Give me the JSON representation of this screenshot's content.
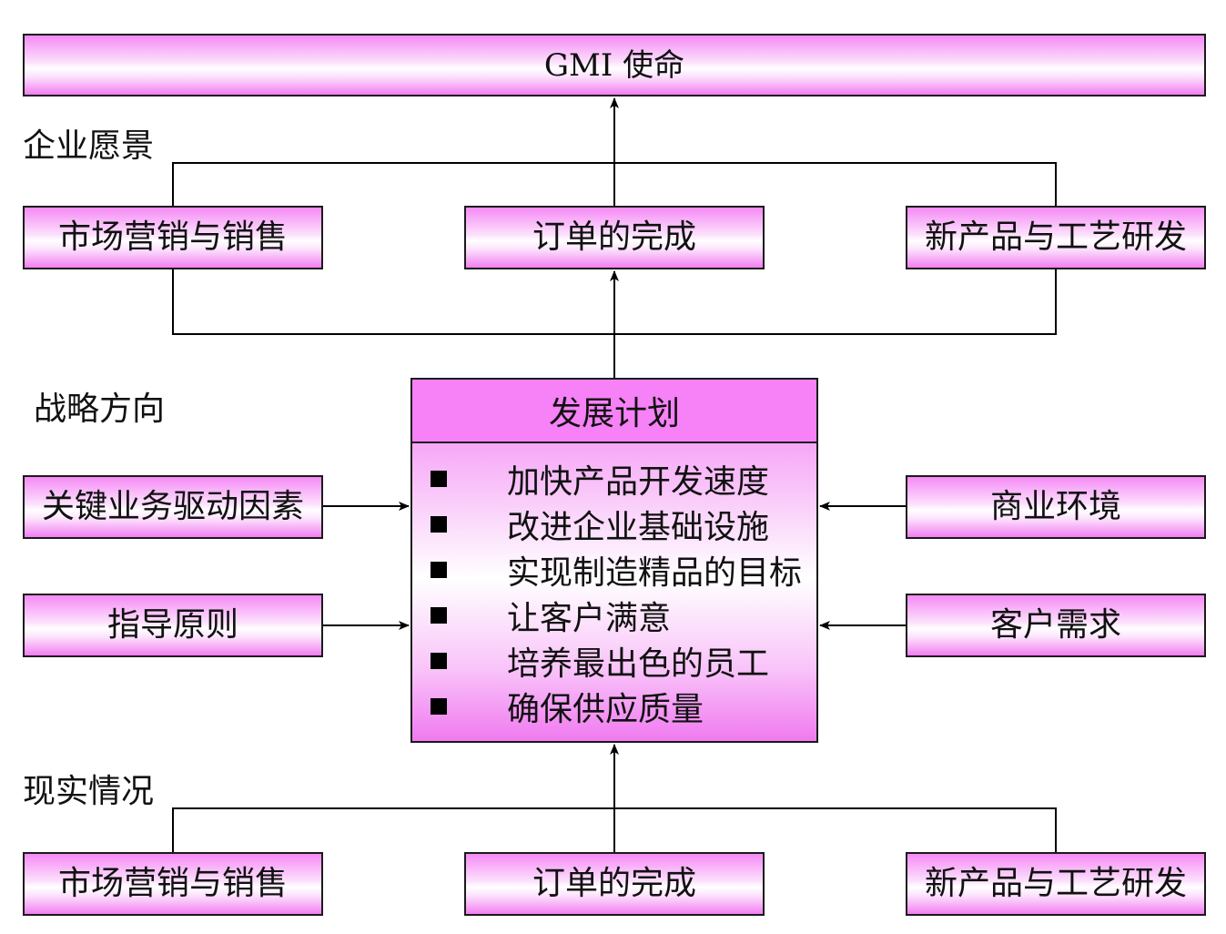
{
  "mission": {
    "label": "GMI 使命"
  },
  "sections": {
    "vision": "企业愿景",
    "strategy": "战略方向",
    "reality": "现实情况"
  },
  "vision_boxes": [
    "市场营销与销售",
    "订单的完成",
    "新产品与工艺研发"
  ],
  "plan": {
    "title": "发展计划",
    "items": [
      "加快产品开发速度",
      "改进企业基础设施",
      "实现制造精品的目标",
      "让客户满意",
      "培养最出色的员工",
      "确保供应质量"
    ]
  },
  "drivers_left": [
    "关键业务驱动因素",
    "指导原则"
  ],
  "drivers_right": [
    "商业环境",
    "客户需求"
  ],
  "reality_boxes": [
    "市场营销与销售",
    "订单的完成",
    "新产品与工艺研发"
  ],
  "colors": {
    "box_fill": "#f781f7",
    "box_border": "#1a1a1a",
    "line": "#000000"
  }
}
